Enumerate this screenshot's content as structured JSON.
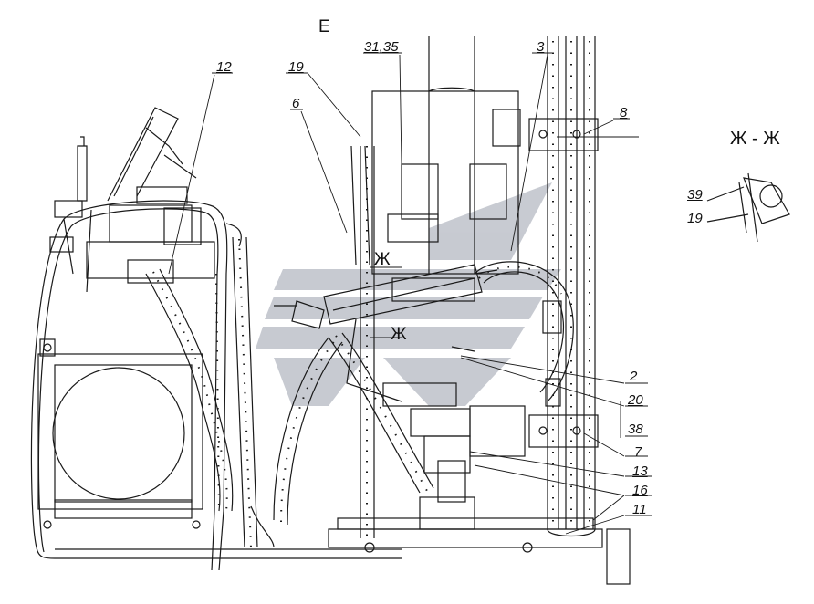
{
  "view_label": "Е",
  "section_title": "Ж - Ж",
  "section_marks": {
    "upper": "Ж",
    "lower": "Ж"
  },
  "callouts": {
    "c12": "12",
    "c19": "19",
    "c6": "6",
    "c3135": "31,35",
    "c3": "3",
    "c8": "8",
    "c2": "2",
    "c20": "20",
    "c38": "38",
    "c7": "7",
    "c13": "13",
    "c16": "16",
    "c11": "11",
    "s39": "39",
    "s19": "19"
  },
  "colors": {
    "line": "#1a1a1a",
    "watermark": "#9aa0ad",
    "background": "#ffffff"
  }
}
